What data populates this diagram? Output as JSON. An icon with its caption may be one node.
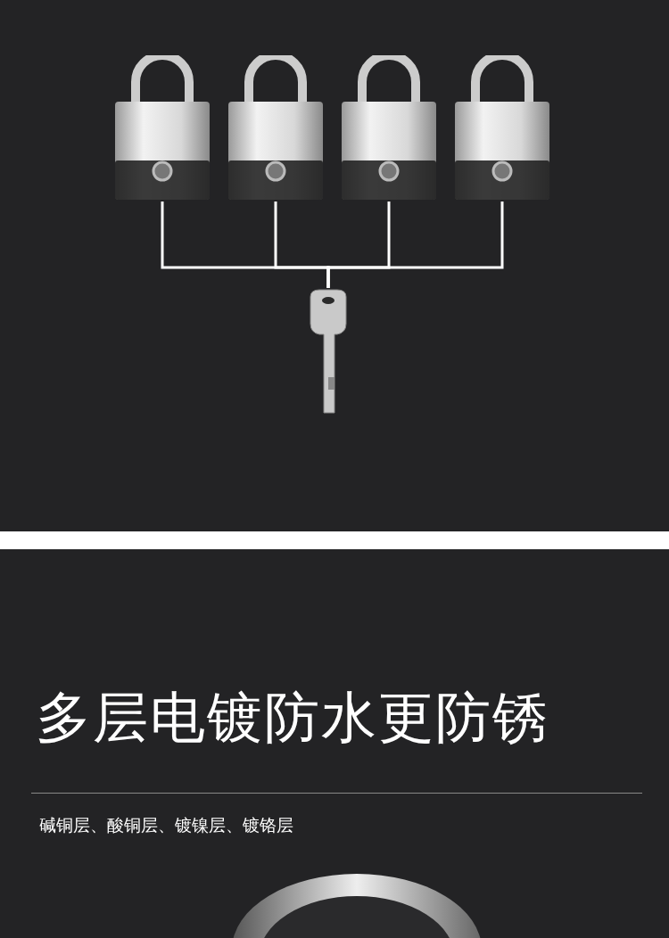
{
  "diagram": {
    "title": "多层电镀防水更防锈",
    "nodes": [
      {
        "text": [],
        "shape": "picture"
      },
      {
        "text": [],
        "shape": "picture"
      },
      {
        "text": [],
        "shape": "picture"
      },
      {
        "text": [],
        "shape": "picture"
      },
      {
        "text": [],
        "shape": "picture"
      }
    ],
    "edges": [
      {
        "from": 0,
        "to": 4,
        "arrow": "none"
      },
      {
        "from": 1,
        "to": 4,
        "arrow": "none"
      },
      {
        "from": 2,
        "to": 4,
        "arrow": "none"
      },
      {
        "from": 3,
        "to": 4,
        "arrow": "none"
      }
    ],
    "labels": [
      "碱铜层、酸铜层、镀镍层、镀铬层"
    ]
  }
}
